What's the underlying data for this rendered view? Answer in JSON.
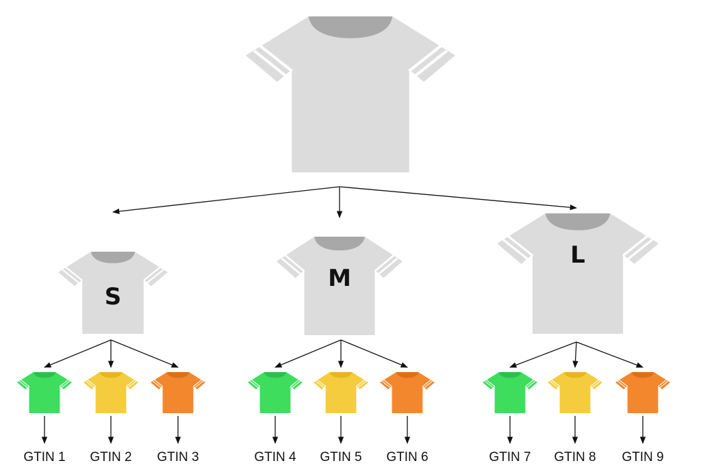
{
  "colors": {
    "shirt_body": "#dcdcdc",
    "shirt_collar": "#a8a8a8",
    "sleeve_stripe": "#ffffff",
    "edge": "#111111",
    "label_text": "#111111",
    "variant_green": "#3fdd5e",
    "variant_green_collar": "#2fbf49",
    "variant_yellow": "#f5cc3d",
    "variant_yellow_collar": "#e6b520",
    "variant_orange": "#f2872d",
    "variant_orange_collar": "#dd7018"
  },
  "diagram": {
    "root": {
      "icon": "t-shirt-icon"
    },
    "sizes": [
      {
        "letter": "S",
        "variants": [
          {
            "color": "green",
            "gtin": "GTIN 1"
          },
          {
            "color": "yellow",
            "gtin": "GTIN 2"
          },
          {
            "color": "orange",
            "gtin": "GTIN 3"
          }
        ]
      },
      {
        "letter": "M",
        "variants": [
          {
            "color": "green",
            "gtin": "GTIN 4"
          },
          {
            "color": "yellow",
            "gtin": "GTIN 5"
          },
          {
            "color": "orange",
            "gtin": "GTIN 6"
          }
        ]
      },
      {
        "letter": "L",
        "variants": [
          {
            "color": "green",
            "gtin": "GTIN 7"
          },
          {
            "color": "yellow",
            "gtin": "GTIN 8"
          },
          {
            "color": "orange",
            "gtin": "GTIN 9"
          }
        ]
      }
    ]
  }
}
